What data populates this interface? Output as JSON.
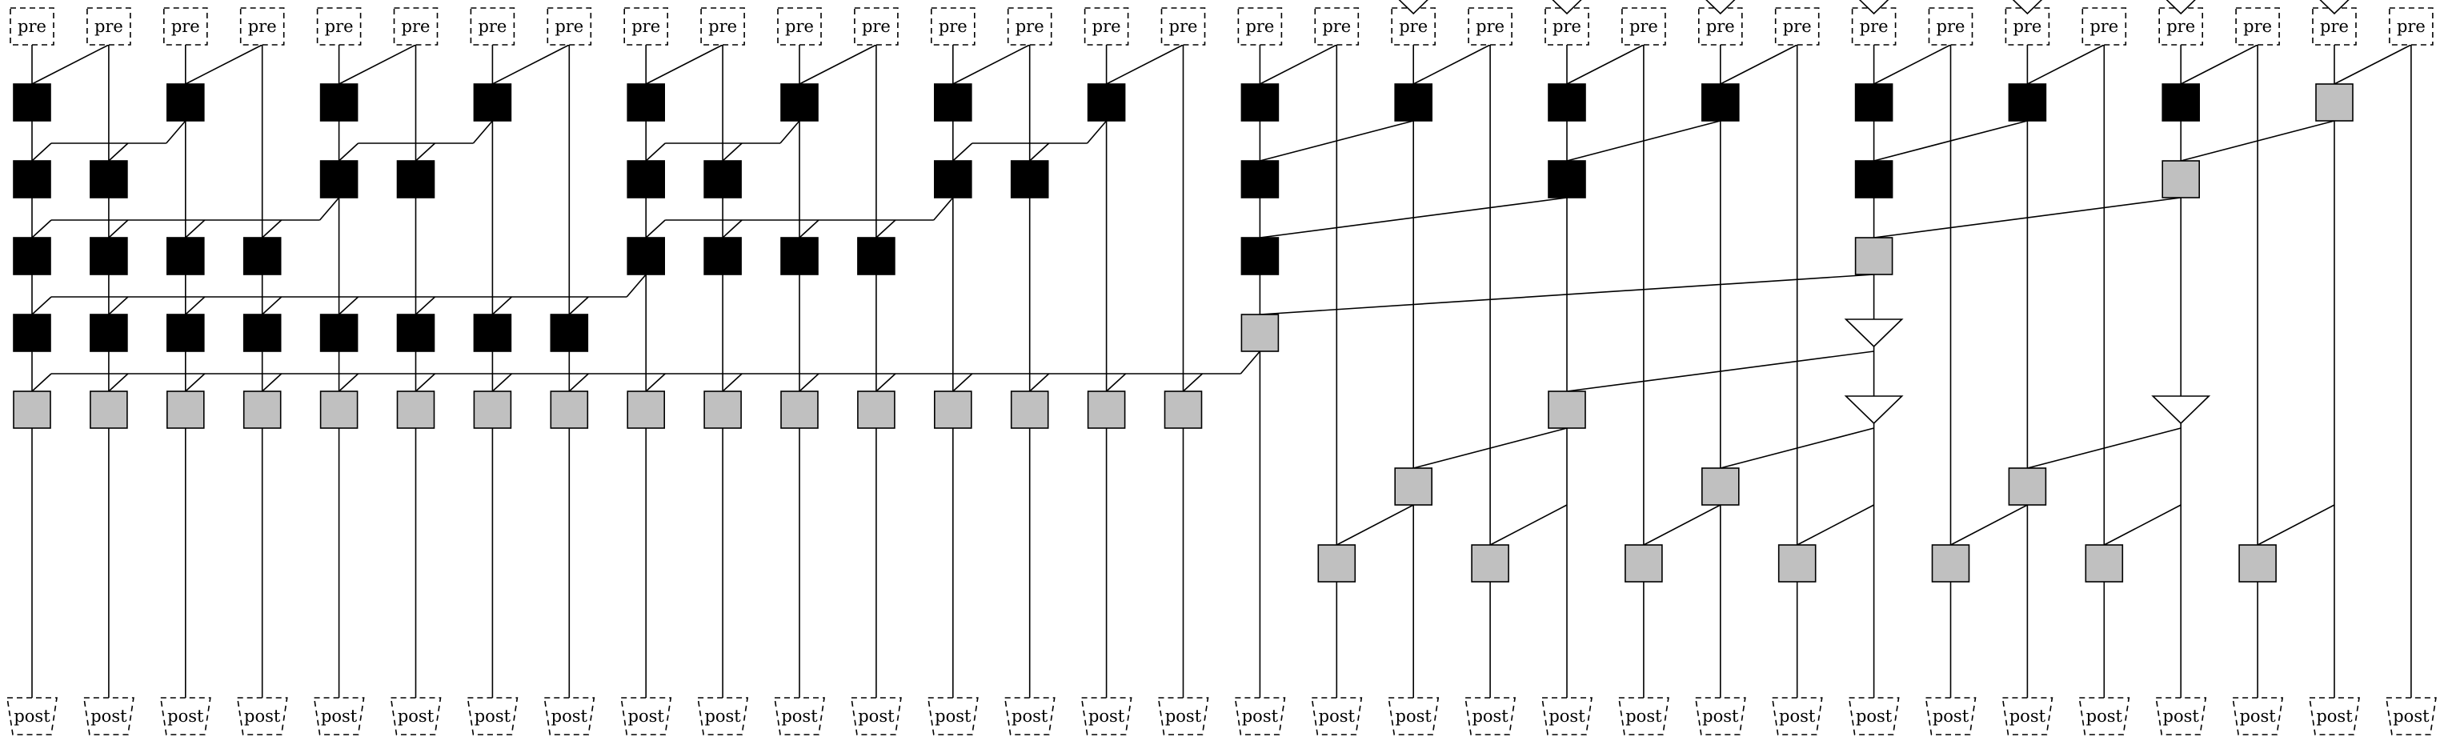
{
  "labels": {
    "pre": "pre",
    "post": "post"
  },
  "num_lanes": 32,
  "colors": {
    "carry_node": "#000000",
    "prefix_node": "#c0c0c0",
    "background": "#ffffff"
  },
  "blocks": [
    {
      "lane": 0,
      "stage": 1,
      "kind": "black"
    },
    {
      "lane": 2,
      "stage": 1,
      "kind": "black"
    },
    {
      "lane": 4,
      "stage": 1,
      "kind": "black"
    },
    {
      "lane": 6,
      "stage": 1,
      "kind": "black"
    },
    {
      "lane": 8,
      "stage": 1,
      "kind": "black"
    },
    {
      "lane": 10,
      "stage": 1,
      "kind": "black"
    },
    {
      "lane": 12,
      "stage": 1,
      "kind": "black"
    },
    {
      "lane": 14,
      "stage": 1,
      "kind": "black"
    },
    {
      "lane": 16,
      "stage": 1,
      "kind": "black"
    },
    {
      "lane": 18,
      "stage": 1,
      "kind": "black"
    },
    {
      "lane": 20,
      "stage": 1,
      "kind": "black"
    },
    {
      "lane": 22,
      "stage": 1,
      "kind": "black"
    },
    {
      "lane": 24,
      "stage": 1,
      "kind": "black"
    },
    {
      "lane": 26,
      "stage": 1,
      "kind": "black"
    },
    {
      "lane": 28,
      "stage": 1,
      "kind": "black"
    },
    {
      "lane": 30,
      "stage": 1,
      "kind": "gray"
    },
    {
      "lane": 0,
      "stage": 2,
      "kind": "black"
    },
    {
      "lane": 1,
      "stage": 2,
      "kind": "black"
    },
    {
      "lane": 4,
      "stage": 2,
      "kind": "black"
    },
    {
      "lane": 5,
      "stage": 2,
      "kind": "black"
    },
    {
      "lane": 8,
      "stage": 2,
      "kind": "black"
    },
    {
      "lane": 9,
      "stage": 2,
      "kind": "black"
    },
    {
      "lane": 12,
      "stage": 2,
      "kind": "black"
    },
    {
      "lane": 13,
      "stage": 2,
      "kind": "black"
    },
    {
      "lane": 16,
      "stage": 2,
      "kind": "black"
    },
    {
      "lane": 20,
      "stage": 2,
      "kind": "black"
    },
    {
      "lane": 24,
      "stage": 2,
      "kind": "black"
    },
    {
      "lane": 28,
      "stage": 2,
      "kind": "gray"
    },
    {
      "lane": 0,
      "stage": 3,
      "kind": "black"
    },
    {
      "lane": 1,
      "stage": 3,
      "kind": "black"
    },
    {
      "lane": 2,
      "stage": 3,
      "kind": "black"
    },
    {
      "lane": 3,
      "stage": 3,
      "kind": "black"
    },
    {
      "lane": 8,
      "stage": 3,
      "kind": "black"
    },
    {
      "lane": 9,
      "stage": 3,
      "kind": "black"
    },
    {
      "lane": 10,
      "stage": 3,
      "kind": "black"
    },
    {
      "lane": 11,
      "stage": 3,
      "kind": "black"
    },
    {
      "lane": 16,
      "stage": 3,
      "kind": "black"
    },
    {
      "lane": 24,
      "stage": 3,
      "kind": "gray"
    },
    {
      "lane": 0,
      "stage": 4,
      "kind": "black"
    },
    {
      "lane": 1,
      "stage": 4,
      "kind": "black"
    },
    {
      "lane": 2,
      "stage": 4,
      "kind": "black"
    },
    {
      "lane": 3,
      "stage": 4,
      "kind": "black"
    },
    {
      "lane": 4,
      "stage": 4,
      "kind": "black"
    },
    {
      "lane": 5,
      "stage": 4,
      "kind": "black"
    },
    {
      "lane": 6,
      "stage": 4,
      "kind": "black"
    },
    {
      "lane": 7,
      "stage": 4,
      "kind": "black"
    },
    {
      "lane": 16,
      "stage": 4,
      "kind": "gray"
    },
    {
      "lane": 0,
      "stage": 5,
      "kind": "gray"
    },
    {
      "lane": 1,
      "stage": 5,
      "kind": "gray"
    },
    {
      "lane": 2,
      "stage": 5,
      "kind": "gray"
    },
    {
      "lane": 3,
      "stage": 5,
      "kind": "gray"
    },
    {
      "lane": 4,
      "stage": 5,
      "kind": "gray"
    },
    {
      "lane": 5,
      "stage": 5,
      "kind": "gray"
    },
    {
      "lane": 6,
      "stage": 5,
      "kind": "gray"
    },
    {
      "lane": 7,
      "stage": 5,
      "kind": "gray"
    },
    {
      "lane": 8,
      "stage": 5,
      "kind": "gray"
    },
    {
      "lane": 9,
      "stage": 5,
      "kind": "gray"
    },
    {
      "lane": 10,
      "stage": 5,
      "kind": "gray"
    },
    {
      "lane": 11,
      "stage": 5,
      "kind": "gray"
    },
    {
      "lane": 12,
      "stage": 5,
      "kind": "gray"
    },
    {
      "lane": 13,
      "stage": 5,
      "kind": "gray"
    },
    {
      "lane": 14,
      "stage": 5,
      "kind": "gray"
    },
    {
      "lane": 15,
      "stage": 5,
      "kind": "gray"
    },
    {
      "lane": 20,
      "stage": 5,
      "kind": "gray"
    },
    {
      "lane": 18,
      "stage": 6,
      "kind": "gray"
    },
    {
      "lane": 22,
      "stage": 6,
      "kind": "gray"
    },
    {
      "lane": 26,
      "stage": 6,
      "kind": "gray"
    },
    {
      "lane": 17,
      "stage": 7,
      "kind": "gray"
    },
    {
      "lane": 19,
      "stage": 7,
      "kind": "gray"
    },
    {
      "lane": 21,
      "stage": 7,
      "kind": "gray"
    },
    {
      "lane": 23,
      "stage": 7,
      "kind": "gray"
    },
    {
      "lane": 25,
      "stage": 7,
      "kind": "gray"
    },
    {
      "lane": 27,
      "stage": 7,
      "kind": "gray"
    },
    {
      "lane": 29,
      "stage": 7,
      "kind": "gray"
    }
  ],
  "triangles": [
    {
      "lane": 24,
      "stage": 4
    },
    {
      "lane": 24,
      "stage": 5
    },
    {
      "lane": 28,
      "stage": 5
    },
    {
      "lane": 18,
      "stage": 6
    },
    {
      "lane": 20,
      "stage": 6
    },
    {
      "lane": 22,
      "stage": 6
    },
    {
      "lane": 24,
      "stage": 6
    },
    {
      "lane": 26,
      "stage": 6
    },
    {
      "lane": 28,
      "stage": 6
    },
    {
      "lane": 30,
      "stage": 6
    }
  ],
  "links": [
    {
      "from": [
        1,
        0
      ],
      "to": [
        0,
        1
      ]
    },
    {
      "from": [
        3,
        0
      ],
      "to": [
        2,
        1
      ]
    },
    {
      "from": [
        5,
        0
      ],
      "to": [
        4,
        1
      ]
    },
    {
      "from": [
        7,
        0
      ],
      "to": [
        6,
        1
      ]
    },
    {
      "from": [
        9,
        0
      ],
      "to": [
        8,
        1
      ]
    },
    {
      "from": [
        11,
        0
      ],
      "to": [
        10,
        1
      ]
    },
    {
      "from": [
        13,
        0
      ],
      "to": [
        12,
        1
      ]
    },
    {
      "from": [
        15,
        0
      ],
      "to": [
        14,
        1
      ]
    },
    {
      "from": [
        17,
        0
      ],
      "to": [
        16,
        1
      ]
    },
    {
      "from": [
        19,
        0
      ],
      "to": [
        18,
        1
      ]
    },
    {
      "from": [
        21,
        0
      ],
      "to": [
        20,
        1
      ]
    },
    {
      "from": [
        23,
        0
      ],
      "to": [
        22,
        1
      ]
    },
    {
      "from": [
        25,
        0
      ],
      "to": [
        24,
        1
      ]
    },
    {
      "from": [
        27,
        0
      ],
      "to": [
        26,
        1
      ]
    },
    {
      "from": [
        29,
        0
      ],
      "to": [
        28,
        1
      ]
    },
    {
      "from": [
        31,
        0
      ],
      "to": [
        30,
        1
      ]
    },
    {
      "from": [
        2,
        1
      ],
      "to": [
        0,
        2
      ],
      "bus": true
    },
    {
      "from": [
        2,
        1
      ],
      "to": [
        1,
        2
      ],
      "bus": true
    },
    {
      "from": [
        6,
        1
      ],
      "to": [
        4,
        2
      ],
      "bus": true
    },
    {
      "from": [
        6,
        1
      ],
      "to": [
        5,
        2
      ],
      "bus": true
    },
    {
      "from": [
        10,
        1
      ],
      "to": [
        8,
        2
      ],
      "bus": true
    },
    {
      "from": [
        10,
        1
      ],
      "to": [
        9,
        2
      ],
      "bus": true
    },
    {
      "from": [
        14,
        1
      ],
      "to": [
        12,
        2
      ],
      "bus": true
    },
    {
      "from": [
        14,
        1
      ],
      "to": [
        13,
        2
      ],
      "bus": true
    },
    {
      "from": [
        18,
        1
      ],
      "to": [
        16,
        2
      ]
    },
    {
      "from": [
        22,
        1
      ],
      "to": [
        20,
        2
      ]
    },
    {
      "from": [
        26,
        1
      ],
      "to": [
        24,
        2
      ]
    },
    {
      "from": [
        30,
        1
      ],
      "to": [
        28,
        2
      ]
    },
    {
      "from": [
        4,
        2
      ],
      "to": [
        0,
        3
      ],
      "bus": true
    },
    {
      "from": [
        4,
        2
      ],
      "to": [
        1,
        3
      ],
      "bus": true
    },
    {
      "from": [
        4,
        2
      ],
      "to": [
        2,
        3
      ],
      "bus": true
    },
    {
      "from": [
        4,
        2
      ],
      "to": [
        3,
        3
      ],
      "bus": true
    },
    {
      "from": [
        12,
        2
      ],
      "to": [
        8,
        3
      ],
      "bus": true
    },
    {
      "from": [
        12,
        2
      ],
      "to": [
        9,
        3
      ],
      "bus": true
    },
    {
      "from": [
        12,
        2
      ],
      "to": [
        10,
        3
      ],
      "bus": true
    },
    {
      "from": [
        12,
        2
      ],
      "to": [
        11,
        3
      ],
      "bus": true
    },
    {
      "from": [
        20,
        2
      ],
      "to": [
        16,
        3
      ]
    },
    {
      "from": [
        28,
        2
      ],
      "to": [
        24,
        3
      ]
    },
    {
      "from": [
        8,
        3
      ],
      "to": [
        0,
        4
      ],
      "bus": true
    },
    {
      "from": [
        8,
        3
      ],
      "to": [
        1,
        4
      ],
      "bus": true
    },
    {
      "from": [
        8,
        3
      ],
      "to": [
        2,
        4
      ],
      "bus": true
    },
    {
      "from": [
        8,
        3
      ],
      "to": [
        3,
        4
      ],
      "bus": true
    },
    {
      "from": [
        8,
        3
      ],
      "to": [
        4,
        4
      ],
      "bus": true
    },
    {
      "from": [
        8,
        3
      ],
      "to": [
        5,
        4
      ],
      "bus": true
    },
    {
      "from": [
        8,
        3
      ],
      "to": [
        6,
        4
      ],
      "bus": true
    },
    {
      "from": [
        8,
        3
      ],
      "to": [
        7,
        4
      ],
      "bus": true
    },
    {
      "from": [
        24,
        3
      ],
      "to": [
        16,
        4
      ]
    },
    {
      "from": [
        16,
        4
      ],
      "to": [
        0,
        5
      ],
      "bus": true
    },
    {
      "from": [
        16,
        4
      ],
      "to": [
        1,
        5
      ],
      "bus": true
    },
    {
      "from": [
        16,
        4
      ],
      "to": [
        2,
        5
      ],
      "bus": true
    },
    {
      "from": [
        16,
        4
      ],
      "to": [
        3,
        5
      ],
      "bus": true
    },
    {
      "from": [
        16,
        4
      ],
      "to": [
        4,
        5
      ],
      "bus": true
    },
    {
      "from": [
        16,
        4
      ],
      "to": [
        5,
        5
      ],
      "bus": true
    },
    {
      "from": [
        16,
        4
      ],
      "to": [
        6,
        5
      ],
      "bus": true
    },
    {
      "from": [
        16,
        4
      ],
      "to": [
        7,
        5
      ],
      "bus": true
    },
    {
      "from": [
        16,
        4
      ],
      "to": [
        8,
        5
      ],
      "bus": true
    },
    {
      "from": [
        16,
        4
      ],
      "to": [
        9,
        5
      ],
      "bus": true
    },
    {
      "from": [
        16,
        4
      ],
      "to": [
        10,
        5
      ],
      "bus": true
    },
    {
      "from": [
        16,
        4
      ],
      "to": [
        11,
        5
      ],
      "bus": true
    },
    {
      "from": [
        16,
        4
      ],
      "to": [
        12,
        5
      ],
      "bus": true
    },
    {
      "from": [
        16,
        4
      ],
      "to": [
        13,
        5
      ],
      "bus": true
    },
    {
      "from": [
        16,
        4
      ],
      "to": [
        14,
        5
      ],
      "bus": true
    },
    {
      "from": [
        16,
        4
      ],
      "to": [
        15,
        5
      ],
      "bus": true
    },
    {
      "from": [
        24,
        4
      ],
      "to": [
        20,
        5
      ]
    },
    {
      "from": [
        20,
        5
      ],
      "to": [
        18,
        6
      ]
    },
    {
      "from": [
        24,
        5
      ],
      "to": [
        22,
        6
      ]
    },
    {
      "from": [
        28,
        5
      ],
      "to": [
        26,
        6
      ]
    },
    {
      "from": [
        18,
        6
      ],
      "to": [
        17,
        7
      ]
    },
    {
      "from": [
        20,
        6
      ],
      "to": [
        19,
        7
      ]
    },
    {
      "from": [
        22,
        6
      ],
      "to": [
        21,
        7
      ]
    },
    {
      "from": [
        24,
        6
      ],
      "to": [
        23,
        7
      ]
    },
    {
      "from": [
        26,
        6
      ],
      "to": [
        25,
        7
      ]
    },
    {
      "from": [
        28,
        6
      ],
      "to": [
        27,
        7
      ]
    },
    {
      "from": [
        30,
        6
      ],
      "to": [
        29,
        7
      ]
    }
  ]
}
